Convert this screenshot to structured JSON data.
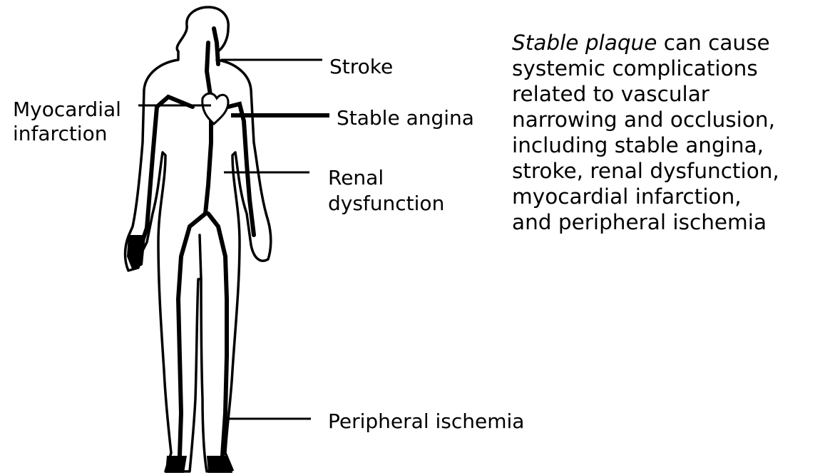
{
  "labels": {
    "stroke": "Stroke",
    "myocardial_1": "Myocardial",
    "myocardial_2": "infarction",
    "stable_angina": "Stable angina",
    "renal_1": "Renal",
    "renal_2": "dysfunction",
    "peripheral": "Peripheral ischemia"
  },
  "description": {
    "emphasis": "Stable plaque",
    "line1_rest": " can cause",
    "lines": [
      "systemic complications",
      "related to vascular",
      "narrowing and occlusion,",
      "including stable angina,",
      "stroke, renal dysfunction,",
      "myocardial infarction,",
      "and peripheral ischemia"
    ]
  }
}
